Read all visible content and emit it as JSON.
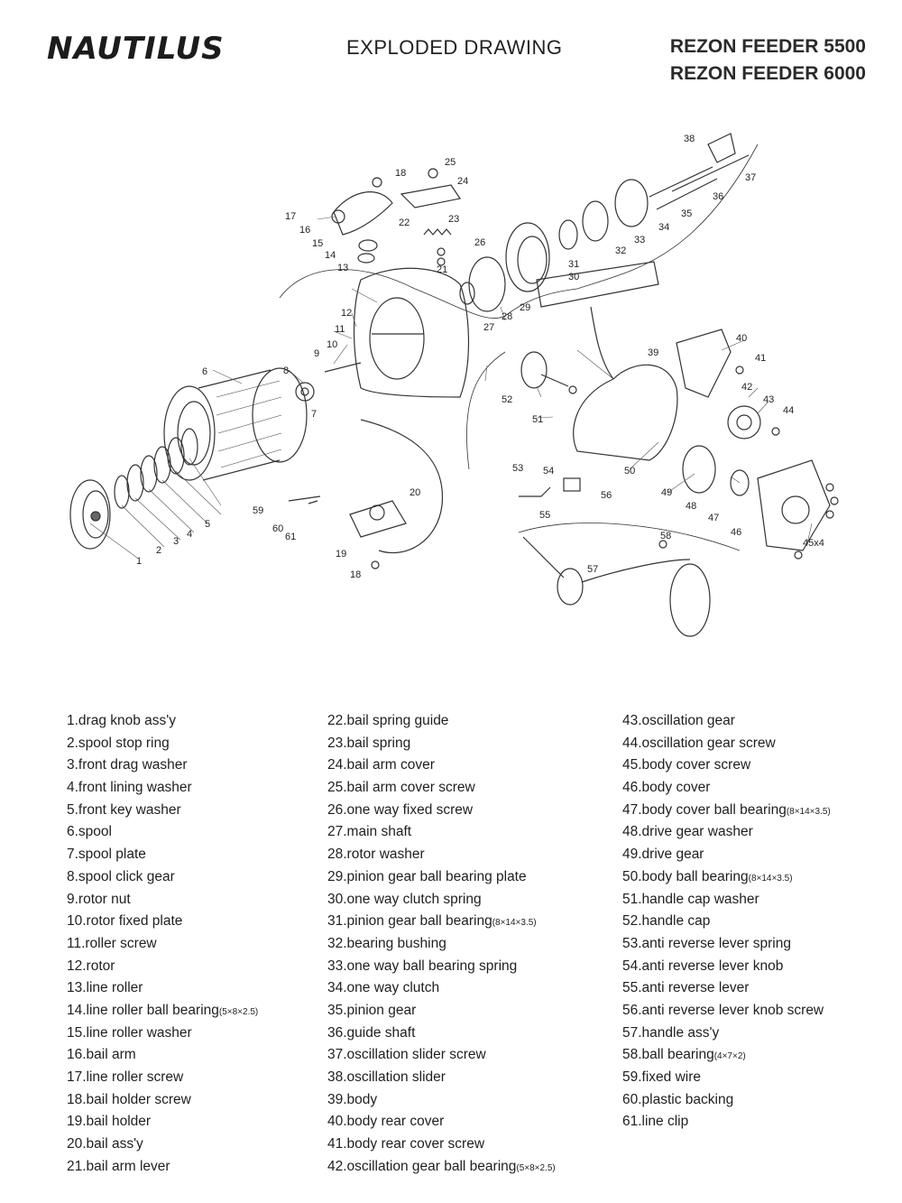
{
  "header": {
    "brand": "NAUTILUS",
    "title": "EXPLODED DRAWING",
    "models": [
      "REZON FEEDER 5500",
      "REZON FEEDER 6000"
    ]
  },
  "diagram": {
    "callouts": [
      "1",
      "2",
      "3",
      "4",
      "5",
      "6",
      "7",
      "8",
      "9",
      "10",
      "11",
      "12",
      "13",
      "14",
      "15",
      "16",
      "17",
      "18",
      "19",
      "20",
      "21",
      "22",
      "23",
      "24",
      "25",
      "26",
      "27",
      "28",
      "29",
      "30",
      "31",
      "32",
      "33",
      "34",
      "35",
      "36",
      "37",
      "38",
      "39",
      "40",
      "41",
      "42",
      "43",
      "44",
      "45x4",
      "46",
      "47",
      "48",
      "49",
      "50",
      "51",
      "52",
      "53",
      "54",
      "55",
      "56",
      "57",
      "58",
      "59",
      "60",
      "61",
      "18"
    ]
  },
  "parts_columns": [
    [
      {
        "text": "1.drag knob ass'y",
        "spec": ""
      },
      {
        "text": "2.spool stop ring",
        "spec": ""
      },
      {
        "text": "3.front drag washer",
        "spec": ""
      },
      {
        "text": "4.front lining washer",
        "spec": ""
      },
      {
        "text": "5.front key washer",
        "spec": ""
      },
      {
        "text": "6.spool",
        "spec": ""
      },
      {
        "text": "7.spool plate",
        "spec": ""
      },
      {
        "text": "8.spool click gear",
        "spec": ""
      },
      {
        "text": "9.rotor nut",
        "spec": ""
      },
      {
        "text": "10.rotor fixed plate",
        "spec": ""
      },
      {
        "text": "11.roller screw",
        "spec": ""
      },
      {
        "text": "12.rotor",
        "spec": ""
      },
      {
        "text": "13.line roller",
        "spec": ""
      },
      {
        "text": "14.line roller ball bearing",
        "spec": "(5×8×2.5)"
      },
      {
        "text": "15.line roller washer",
        "spec": ""
      },
      {
        "text": "16.bail arm",
        "spec": ""
      },
      {
        "text": "17.line roller screw",
        "spec": ""
      },
      {
        "text": "18.bail holder screw",
        "spec": ""
      },
      {
        "text": "19.bail holder",
        "spec": ""
      },
      {
        "text": "20.bail ass'y",
        "spec": ""
      },
      {
        "text": "21.bail arm lever",
        "spec": ""
      }
    ],
    [
      {
        "text": "22.bail spring guide",
        "spec": ""
      },
      {
        "text": "23.bail spring",
        "spec": ""
      },
      {
        "text": "24.bail arm cover",
        "spec": ""
      },
      {
        "text": "25.bail arm cover screw",
        "spec": ""
      },
      {
        "text": "26.one way fixed screw",
        "spec": ""
      },
      {
        "text": "27.main shaft",
        "spec": ""
      },
      {
        "text": "28.rotor washer",
        "spec": ""
      },
      {
        "text": "29.pinion gear ball bearing plate",
        "spec": ""
      },
      {
        "text": "30.one way clutch spring",
        "spec": ""
      },
      {
        "text": "31.pinion gear ball bearing",
        "spec": "(8×14×3.5)"
      },
      {
        "text": "32.bearing bushing",
        "spec": ""
      },
      {
        "text": "33.one way ball bearing spring",
        "spec": ""
      },
      {
        "text": "34.one way clutch",
        "spec": ""
      },
      {
        "text": "35.pinion gear",
        "spec": ""
      },
      {
        "text": "36.guide shaft",
        "spec": ""
      },
      {
        "text": "37.oscillation slider screw",
        "spec": ""
      },
      {
        "text": "38.oscillation slider",
        "spec": ""
      },
      {
        "text": "39.body",
        "spec": ""
      },
      {
        "text": "40.body rear cover",
        "spec": ""
      },
      {
        "text": "41.body rear cover screw",
        "spec": ""
      },
      {
        "text": "42.oscillation gear ball bearing",
        "spec": "(5×8×2.5)"
      }
    ],
    [
      {
        "text": "43.oscillation gear",
        "spec": ""
      },
      {
        "text": "44.oscillation gear screw",
        "spec": ""
      },
      {
        "text": "45.body cover screw",
        "spec": ""
      },
      {
        "text": "46.body cover",
        "spec": ""
      },
      {
        "text": "47.body cover ball bearing",
        "spec": "(8×14×3.5)"
      },
      {
        "text": "48.drive gear washer",
        "spec": ""
      },
      {
        "text": "49.drive gear",
        "spec": ""
      },
      {
        "text": "50.body ball bearing",
        "spec": "(8×14×3.5)"
      },
      {
        "text": "51.handle cap washer",
        "spec": ""
      },
      {
        "text": "52.handle cap",
        "spec": ""
      },
      {
        "text": "53.anti reverse lever spring",
        "spec": ""
      },
      {
        "text": "54.anti reverse lever knob",
        "spec": ""
      },
      {
        "text": "55.anti reverse lever",
        "spec": ""
      },
      {
        "text": "56.anti reverse lever knob screw",
        "spec": ""
      },
      {
        "text": "57.handle ass'y",
        "spec": ""
      },
      {
        "text": "58.ball bearing",
        "spec": "(4×7×2)"
      },
      {
        "text": "59.fixed wire",
        "spec": ""
      },
      {
        "text": "60.plastic backing",
        "spec": ""
      },
      {
        "text": "61.line clip",
        "spec": ""
      }
    ]
  ]
}
